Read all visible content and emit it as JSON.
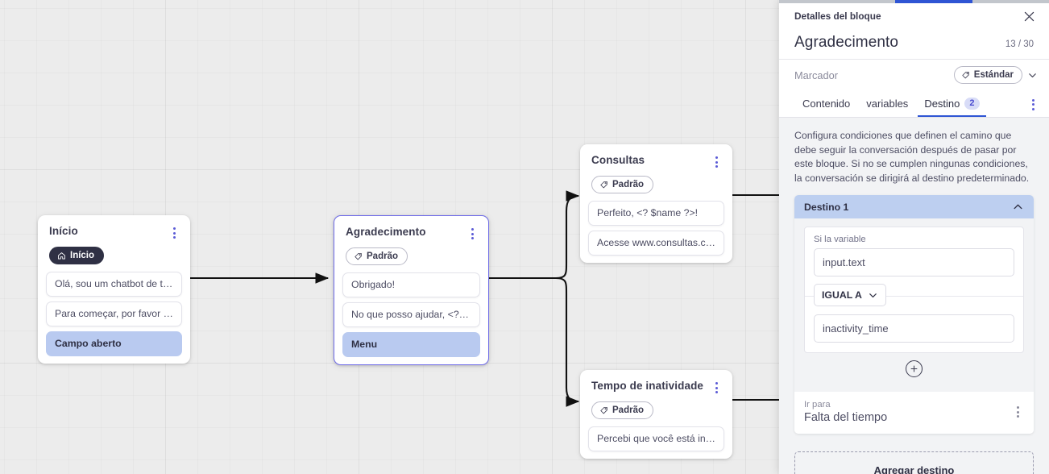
{
  "canvas": {
    "nodes": [
      {
        "id": "inicio",
        "title": "Início",
        "chip": "Início",
        "chip_style": "dark",
        "chip_icon": "home-icon",
        "selected": false,
        "messages": [
          {
            "text": "Olá, sou um chatbot de teste!",
            "highlight": false
          },
          {
            "text": "Para começar, por favor digite o ...",
            "highlight": false
          },
          {
            "text": "Campo aberto",
            "highlight": true
          }
        ]
      },
      {
        "id": "agradecimento",
        "title": "Agradecimento",
        "chip": "Padrão",
        "chip_style": "light",
        "chip_icon": "tag-icon",
        "selected": true,
        "messages": [
          {
            "text": "Obrigado!",
            "highlight": false
          },
          {
            "text": "No que posso ajudar, <? $name ...",
            "highlight": false
          },
          {
            "text": "Menu",
            "highlight": true
          }
        ]
      },
      {
        "id": "consultas",
        "title": "Consultas",
        "chip": "Padrão",
        "chip_style": "light",
        "chip_icon": "tag-icon",
        "selected": false,
        "messages": [
          {
            "text": "Perfeito, <? $name ?>!",
            "highlight": false
          },
          {
            "text": "Acesse www.consultas.com par...",
            "highlight": false
          }
        ]
      },
      {
        "id": "inatividade",
        "title": "Tempo de inatividade",
        "chip": "Padrão",
        "chip_style": "light",
        "chip_icon": "tag-icon",
        "selected": false,
        "messages": [
          {
            "text": "Percebi que você está inativo. C...",
            "highlight": false
          }
        ]
      }
    ]
  },
  "panel": {
    "header_label": "Detalles del bloque",
    "close_icon": "close-icon",
    "block_name": "Agradecimento",
    "char_count": "13 / 30",
    "marcador_label": "Marcador",
    "marcador_chip": "Estándar",
    "marcador_chip_icon": "tag-icon",
    "marcador_chevron_icon": "chevron-down-icon",
    "tabs": [
      {
        "label": "Contenido",
        "badge": "",
        "active": false
      },
      {
        "label": "variables",
        "badge": "",
        "active": false
      },
      {
        "label": "Destino",
        "badge": "2",
        "active": true
      }
    ],
    "tabs_kebab_icon": "more-vertical-icon",
    "description": "Configura condiciones que definen el camino que debe seguir la conversación después de pasar por este bloque. Si no se cumplen ningunas condiciones, la conversación se dirigirá al destino predeterminado.",
    "destination": {
      "title": "Destino 1",
      "collapse_icon": "chevron-up-icon",
      "delete_icon": "trash-icon",
      "condition_label": "Si la variable",
      "variable_value": "input.text",
      "operator": "IGUAL A",
      "operator_icon": "chevron-down-icon",
      "comparison_value": "inactivity_time",
      "add_condition_icon": "plus-circle-icon",
      "goto_label": "Ir para",
      "goto_value": "Falta del tiempo",
      "goto_kebab_icon": "more-vertical-icon"
    },
    "add_destination_label": "Agregar destino",
    "accent_color": "#2f55d4",
    "highlight_color": "#bdcff0",
    "badge_color": "#d8dcf7"
  }
}
